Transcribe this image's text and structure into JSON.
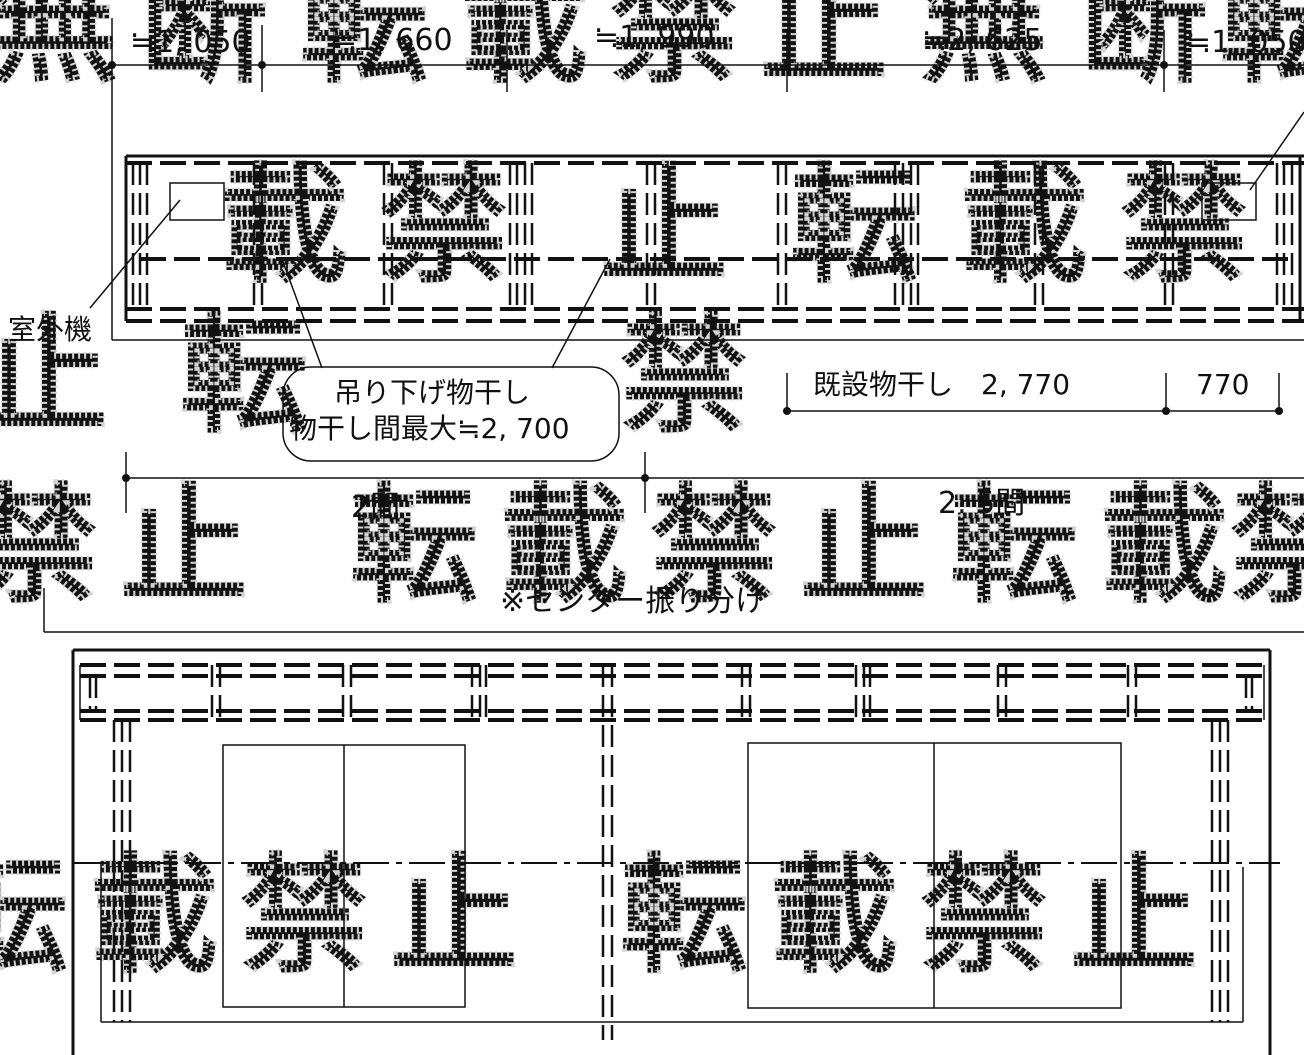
{
  "watermark": {
    "chars": [
      "無",
      "断",
      "転",
      "載",
      "禁",
      "止"
    ]
  },
  "top_dimensions": [
    "≒1, 050",
    "≒1, 660",
    "≒1, 990",
    "≒2, 625",
    "≒1, 050"
  ],
  "labels": {
    "outdoor_unit": "室外機",
    "hanging_dryer_line1": "吊り下げ物干し",
    "hanging_dryer_line2": "物干し間最大≒2, 700",
    "existing_dryer": "既設物干し　2, 770",
    "existing_extra": "770",
    "span_left": "2間",
    "span_right": "2. 5間",
    "center_note": "※センター振り分け"
  }
}
